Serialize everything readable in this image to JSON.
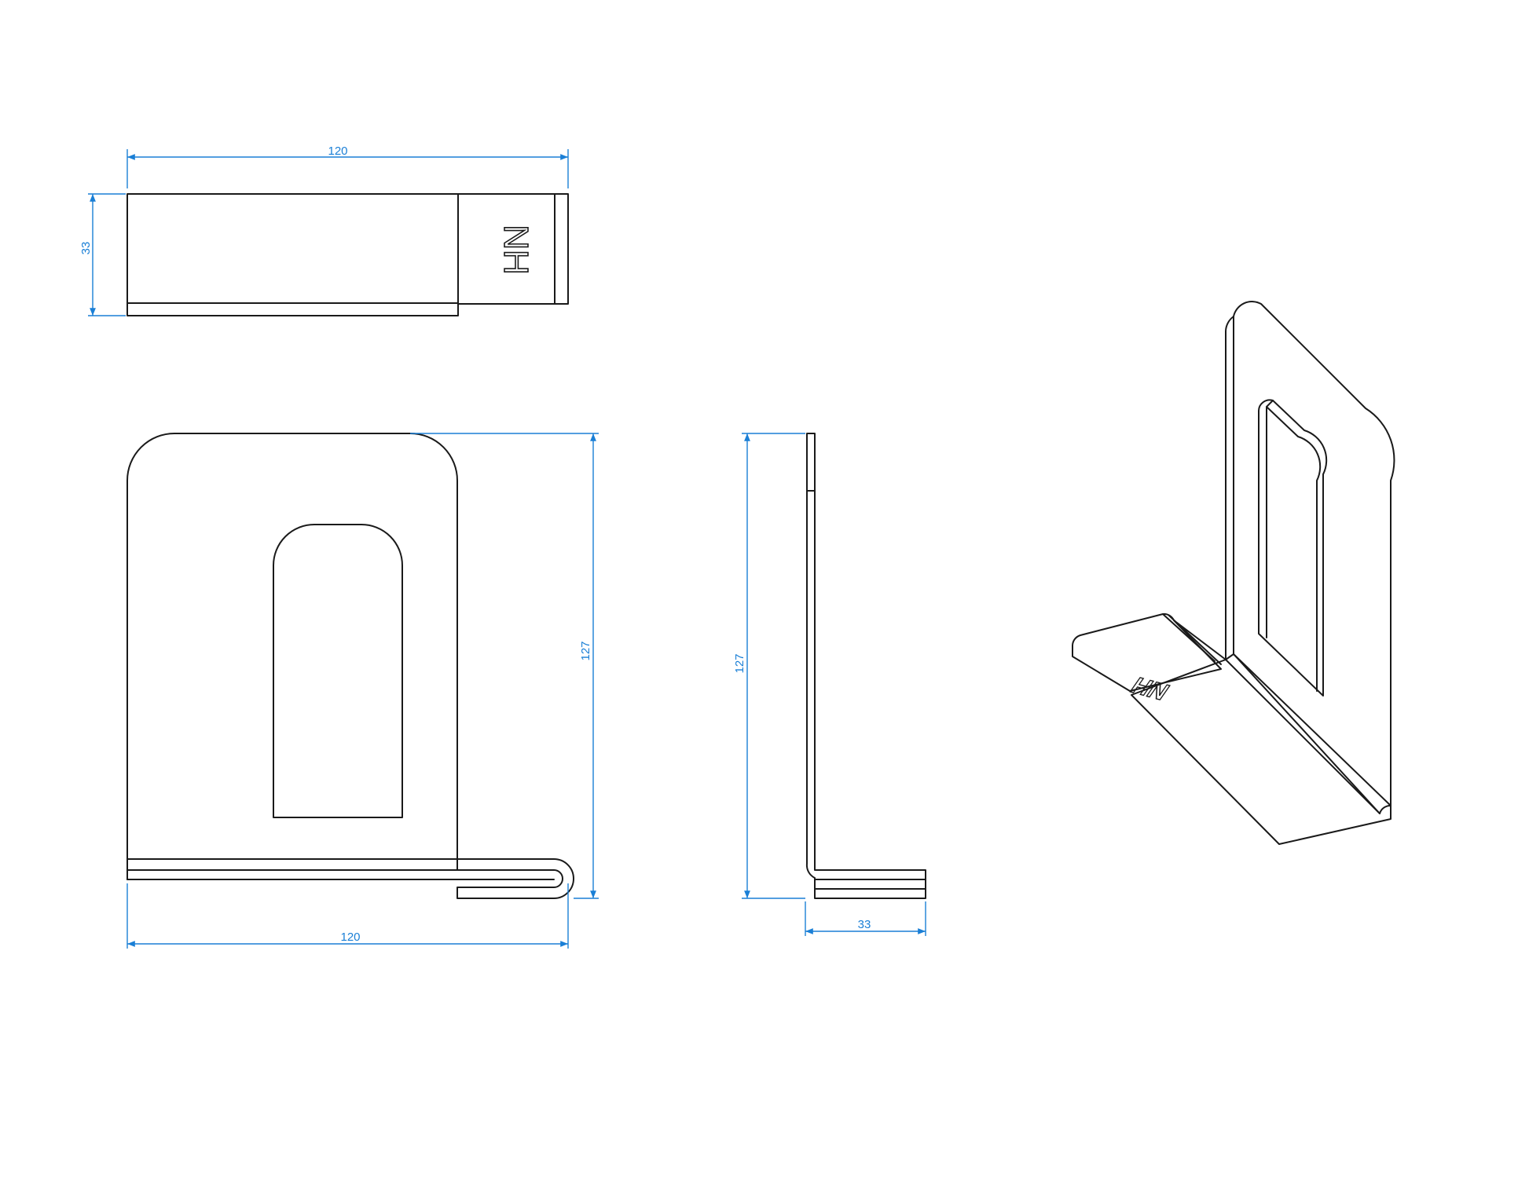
{
  "drawing": {
    "dimension_color": "#1a7fd6",
    "line_color": "#1a1a1a",
    "top_view": {
      "width_label": "120",
      "depth_label": "33",
      "mark": "NH"
    },
    "front_view": {
      "height_label": "127",
      "width_label": "120"
    },
    "side_view": {
      "height_label": "127",
      "depth_label": "33"
    },
    "iso_view": {
      "mark": "NH"
    }
  }
}
